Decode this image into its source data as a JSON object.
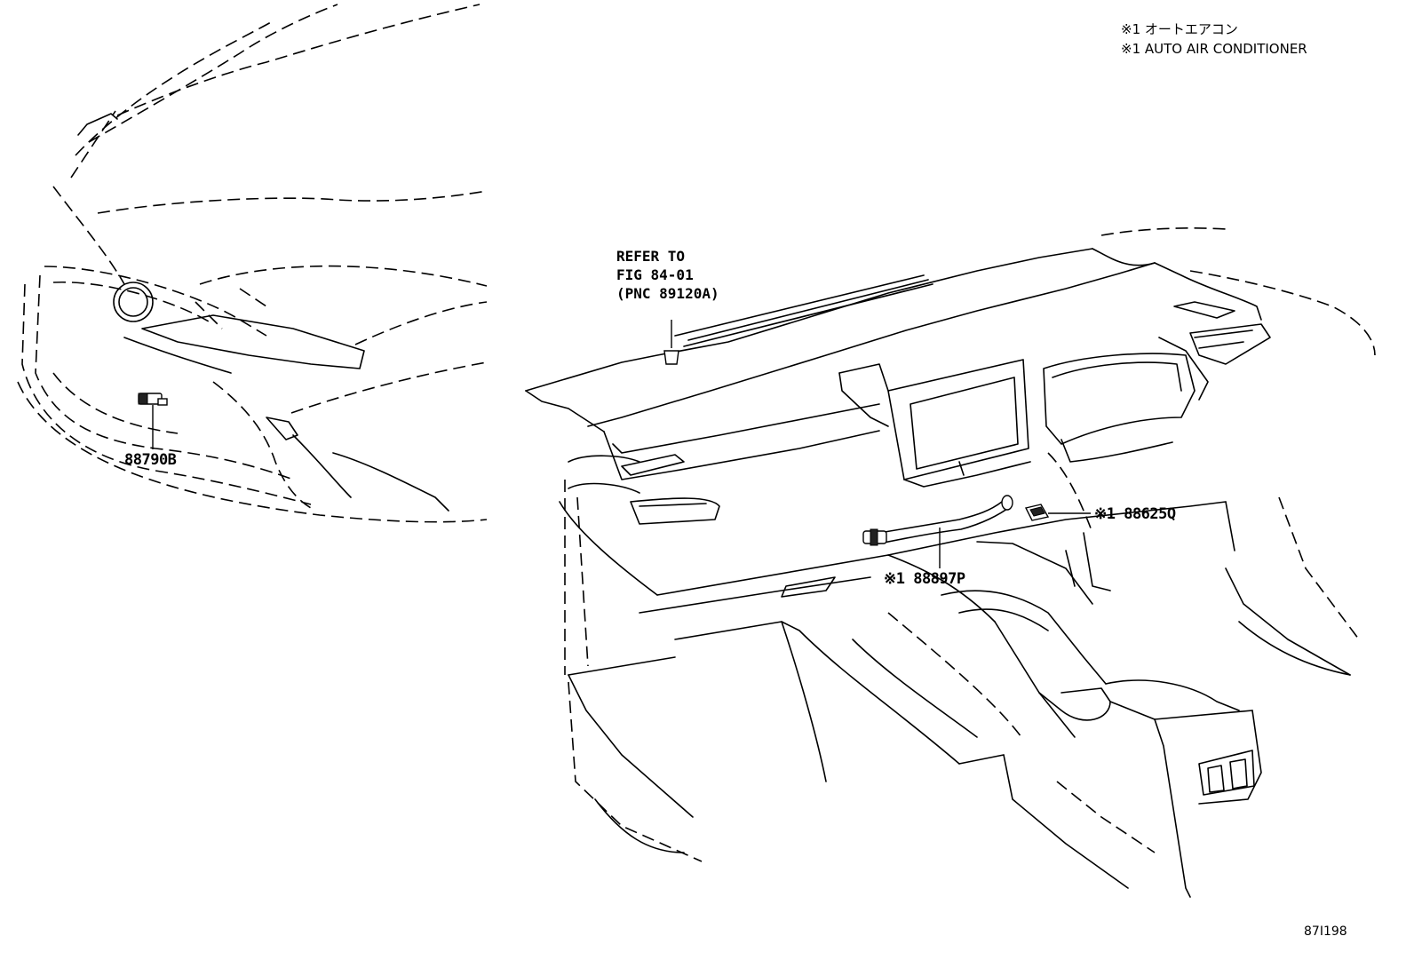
{
  "legend": {
    "line1": "※1 オートエアコン",
    "line2": "※1 AUTO AIR CONDITIONER"
  },
  "reference": {
    "line1": "REFER TO",
    "line2": "FIG 84-01",
    "line3": "(PNC 89120A)"
  },
  "parts": [
    {
      "id": "p1",
      "label": "88790B"
    },
    {
      "id": "p2",
      "label": "※1 88625Q"
    },
    {
      "id": "p3",
      "label": "※1 88897P"
    }
  ],
  "figure_id": "87I198"
}
